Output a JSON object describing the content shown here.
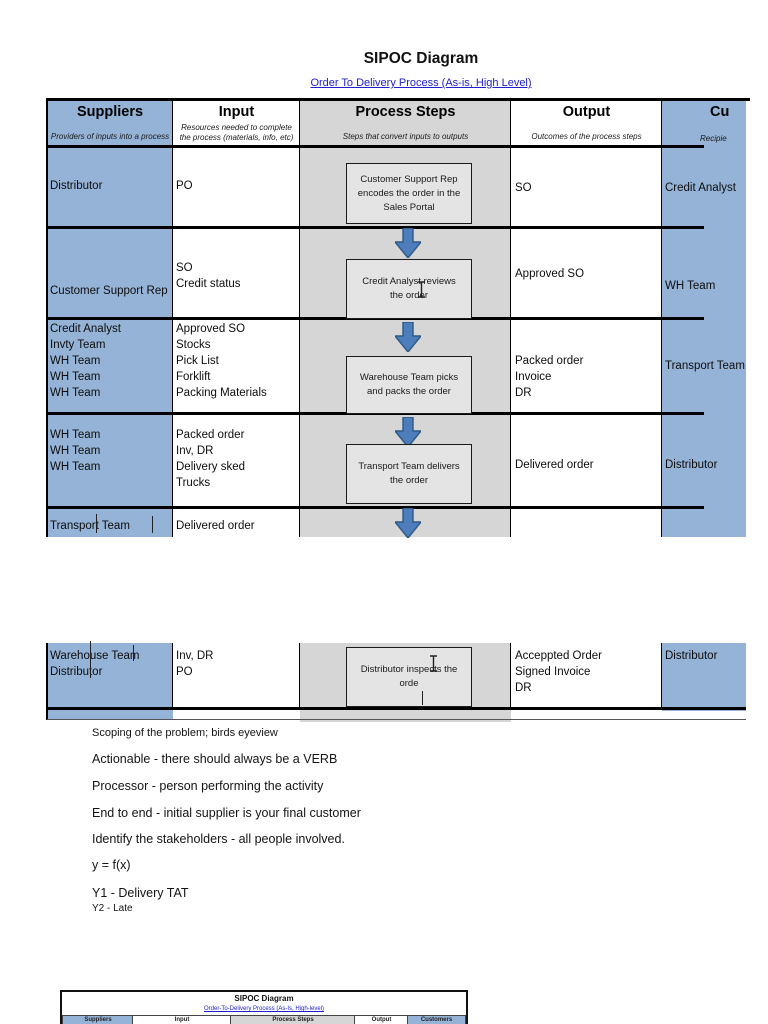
{
  "page": {
    "title": "SIPOC Diagram",
    "link": "Order To Delivery Process (As-is, High Level)"
  },
  "colors": {
    "header_blue": "#95B3D7",
    "process_gray": "#D6D6D6",
    "box_fill": "#E4E4E4",
    "arrow_fill": "#4D7EBB",
    "link_blue": "#2121CC"
  },
  "header": {
    "suppliers": {
      "label": "Suppliers",
      "sub": "Providers of inputs into a process"
    },
    "input": {
      "label": "Input",
      "sub1": "Resources needed to complete",
      "sub2": "the process (materials, info, etc)"
    },
    "process": {
      "label": "Process Steps",
      "sub": "Steps that convert inputs to outputs"
    },
    "output": {
      "label": "Output",
      "sub": "Outcomes of the process steps"
    },
    "customers": {
      "label": "Cu",
      "sub": "Recipie"
    }
  },
  "rows": {
    "r1": {
      "s1": "Distributor",
      "i1": "PO",
      "box_l1": "Customer Support Rep",
      "box_l2": "encodes the order in the",
      "box_l3": "Sales Portal",
      "o1": "SO",
      "c": "Credit Analyst"
    },
    "r2": {
      "s1": "Customer Support Rep",
      "i1": "SO",
      "i2": "Credit status",
      "box_l1": "Credit Analyst reviews",
      "box_l2": "the order",
      "o1": "Approved SO",
      "c": "WH Team"
    },
    "r3": {
      "s1": "Credit Analyst",
      "s2": "Invty Team",
      "s3": "WH Team",
      "s4": "WH Team",
      "s5": "WH Team",
      "i1": "Approved SO",
      "i2": "Stocks",
      "i3": "Pick List",
      "i4": "Forklift",
      "i5": "Packing Materials",
      "box_l1": "Warehouse Team picks",
      "box_l2": "and packs the order",
      "o1": "Packed order",
      "o2": "Invoice",
      "o3": "DR",
      "c": "Transport Team"
    },
    "r4": {
      "s1": "WH Team",
      "s2": "WH Team",
      "s3": "WH Team",
      "i1": "Packed order",
      "i2": "Inv, DR",
      "i3": "Delivery sked",
      "i4": "Trucks",
      "box_l1": "Transport Team delivers",
      "box_l2": "the order",
      "o1": "Delivered order",
      "c": "Distributor"
    },
    "r5": {
      "s1": "Transport Team",
      "i1": "Delivered order"
    },
    "r6": {
      "s1": "Warehouse Team",
      "s2": "Distributor",
      "i1": "Inv, DR",
      "i2": "PO",
      "box_l1": "Distributor inspects the",
      "box_l2": "orde",
      "o1": "Acceppted Order",
      "o2": "Signed Invoice",
      "o3": "DR",
      "c": "Distributor"
    }
  },
  "notes": {
    "n1": "Scoping of the problem; birds eyeview",
    "n2": "Actionable - there should always be a VERB",
    "n3": "Processor - person performing the activity",
    "n4": "End to end - initial supplier is your final customer",
    "n5": "Identify the stakeholders - all people involved.",
    "n6": "y = f(x)",
    "n7": "Y1 - Delivery TAT",
    "n8": "Y2 - Late"
  },
  "thumbnail": {
    "title": "SIPOC Diagram",
    "link": "Order-To-Delivery Process (As-Is, High-level)",
    "h1": "Suppliers",
    "h2": "Input",
    "h3": "Process Steps",
    "h4": "Output",
    "h5": "Customers"
  }
}
